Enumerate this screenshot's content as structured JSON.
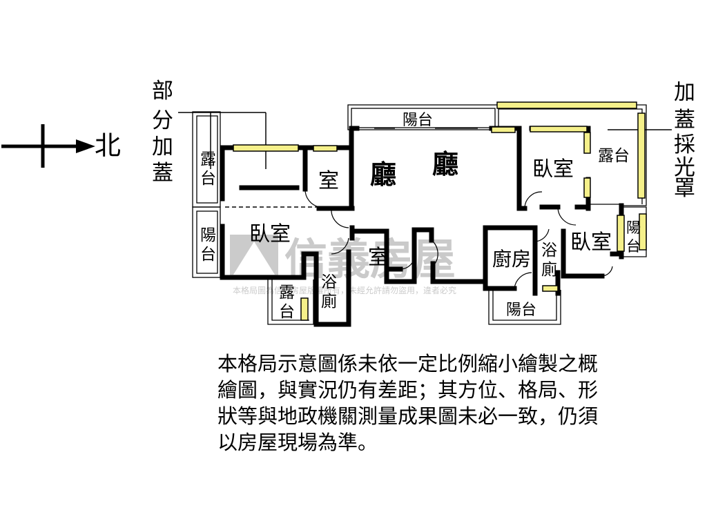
{
  "compass": {
    "north_label": "北"
  },
  "annotations": {
    "partial_addition": [
      "部",
      "分",
      "加",
      "蓋"
    ],
    "skylight_addition": [
      "加",
      "蓋",
      "採",
      "光",
      "罩"
    ]
  },
  "rooms": {
    "balcony_top": "陽台",
    "living_1": "廳",
    "living_2": "廳",
    "bedroom_ne": "臥室",
    "terrace_ne": "露台",
    "terrace_w_1": "露",
    "terrace_w_2": "台",
    "small_room": "室",
    "balcony_w_1": "陽",
    "balcony_w_2": "台",
    "bedroom_w": "臥室",
    "room_center": "室",
    "bath_w_1": "浴",
    "bath_w_2": "廁",
    "terrace_s_1": "露",
    "terrace_s_2": "台",
    "kitchen": "廚房",
    "bath_e_1": "浴",
    "bath_e_2": "廁",
    "bedroom_e": "臥室",
    "balcony_e_1": "陽",
    "balcony_e_2": "台",
    "balcony_s": "陽台"
  },
  "watermark": {
    "brand": "信義房屋",
    "note": "本格局圖為信義房屋版權所有，未經允許請勿盜用，違者必究"
  },
  "disclaimer": [
    "本格局示意圖係未依一定比例縮小繪製之概",
    "繪圖，與實況仍有差距；其方位、格局、形",
    "狀等與地政機關測量成果圖未必一致，仍須",
    "以房屋現場為準。"
  ],
  "colors": {
    "wall": "#000000",
    "skylight": "#f5f08a",
    "watermark": "#9a9a9a"
  }
}
